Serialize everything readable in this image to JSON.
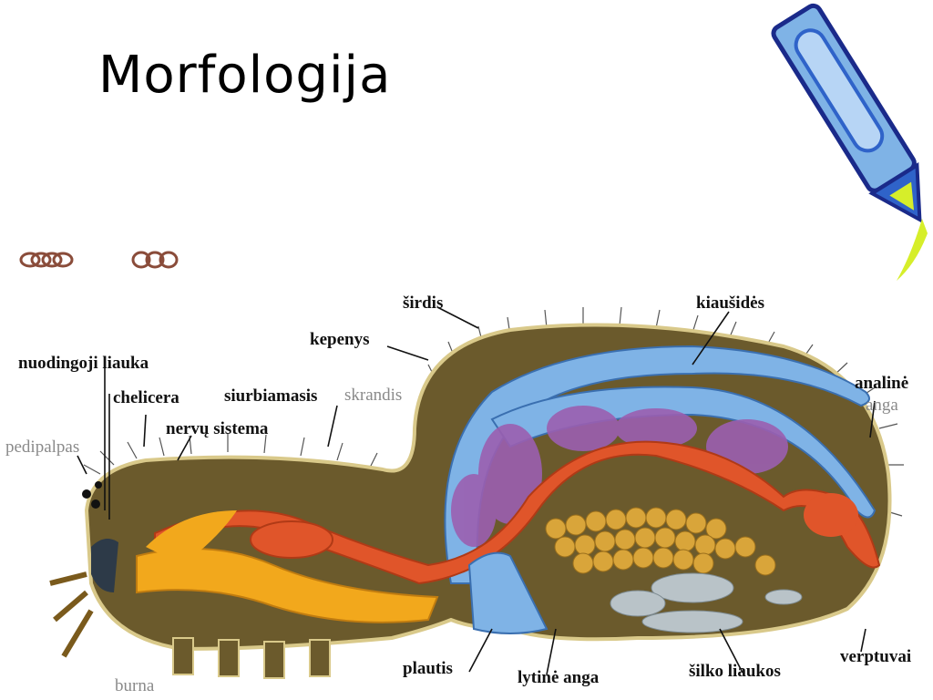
{
  "slide": {
    "title": "Morfologija"
  },
  "labels": {
    "sirdis": "širdis",
    "kiausides": "kiaušidės",
    "kepenys": "kepenys",
    "nuodingoji_liauka": "nuodingoji  liauka",
    "chelicera": "chelicera",
    "siurbiamasis": "siurbiamasis",
    "skrandis": "skrandis",
    "nervu_sistema": "nervų  sistema",
    "pedipalpas": "pedipalpas",
    "analine": "analinė",
    "anga": "anga",
    "plautis": "plautis",
    "lytine_anga": "lytinė  anga",
    "silko_liaukos": "šilko  liaukos",
    "verptuvai": "verptuvai",
    "burna": "burna"
  },
  "colors": {
    "body_fill": "#6b5a2c",
    "body_outline": "#d9c98a",
    "heart_blue": "#7fb3e6",
    "ovary_purple": "#9b5fb0",
    "gut_orange": "#e0552a",
    "nerve_yellow": "#f2a81c",
    "silk_gland_grey": "#b9c3c8",
    "egg_gold": "#d9a53a",
    "pen_blue": "#2f63c9",
    "pen_yellow": "#d6ee2a"
  }
}
